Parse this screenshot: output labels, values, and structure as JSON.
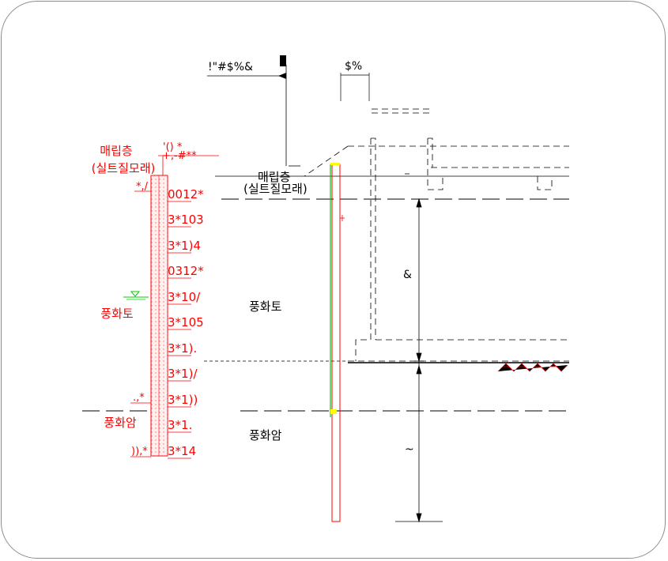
{
  "left_column": {
    "fill_label_line1": "매립층",
    "fill_label_line2": "(실트질모래)",
    "weathered_soil_label": "풍화토",
    "weathered_rock_label": "풍화암",
    "top_marker": "'() *",
    "top_marker_sub": "+,-#**",
    "depth_marker_1": "*,/",
    "depth_marker_2": ".,*",
    "depth_marker_3": ")),*",
    "n_values": [
      "0012*",
      "3*103",
      "3*1)4",
      "0312*",
      "3*10/",
      "3*105",
      "3*1).",
      "3*1)/",
      "3*1))",
      "3*1.",
      "3*14"
    ]
  },
  "section": {
    "top_label": "!\"#$%&",
    "dim_label": "$%",
    "fill_label_line1": "매립층",
    "fill_label_line2": "(실트질모래)",
    "weathered_soil_label": "풍화토",
    "weathered_rock_label": "풍화암",
    "dim_upper": "&",
    "dim_lower": "~"
  },
  "colors": {
    "annotation": "#ff0000",
    "drawing": "#000000",
    "water_level": "#00cc00",
    "highlight": "#ffff00"
  }
}
